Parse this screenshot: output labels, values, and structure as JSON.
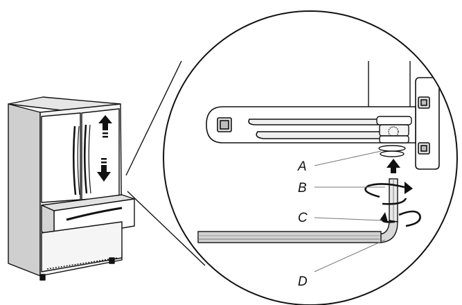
{
  "callouts": {
    "A": "A",
    "B": "B",
    "C": "C",
    "D": "D"
  },
  "icons": [
    "up-arrow-icon",
    "down-arrow-icon",
    "rotate-icon"
  ]
}
